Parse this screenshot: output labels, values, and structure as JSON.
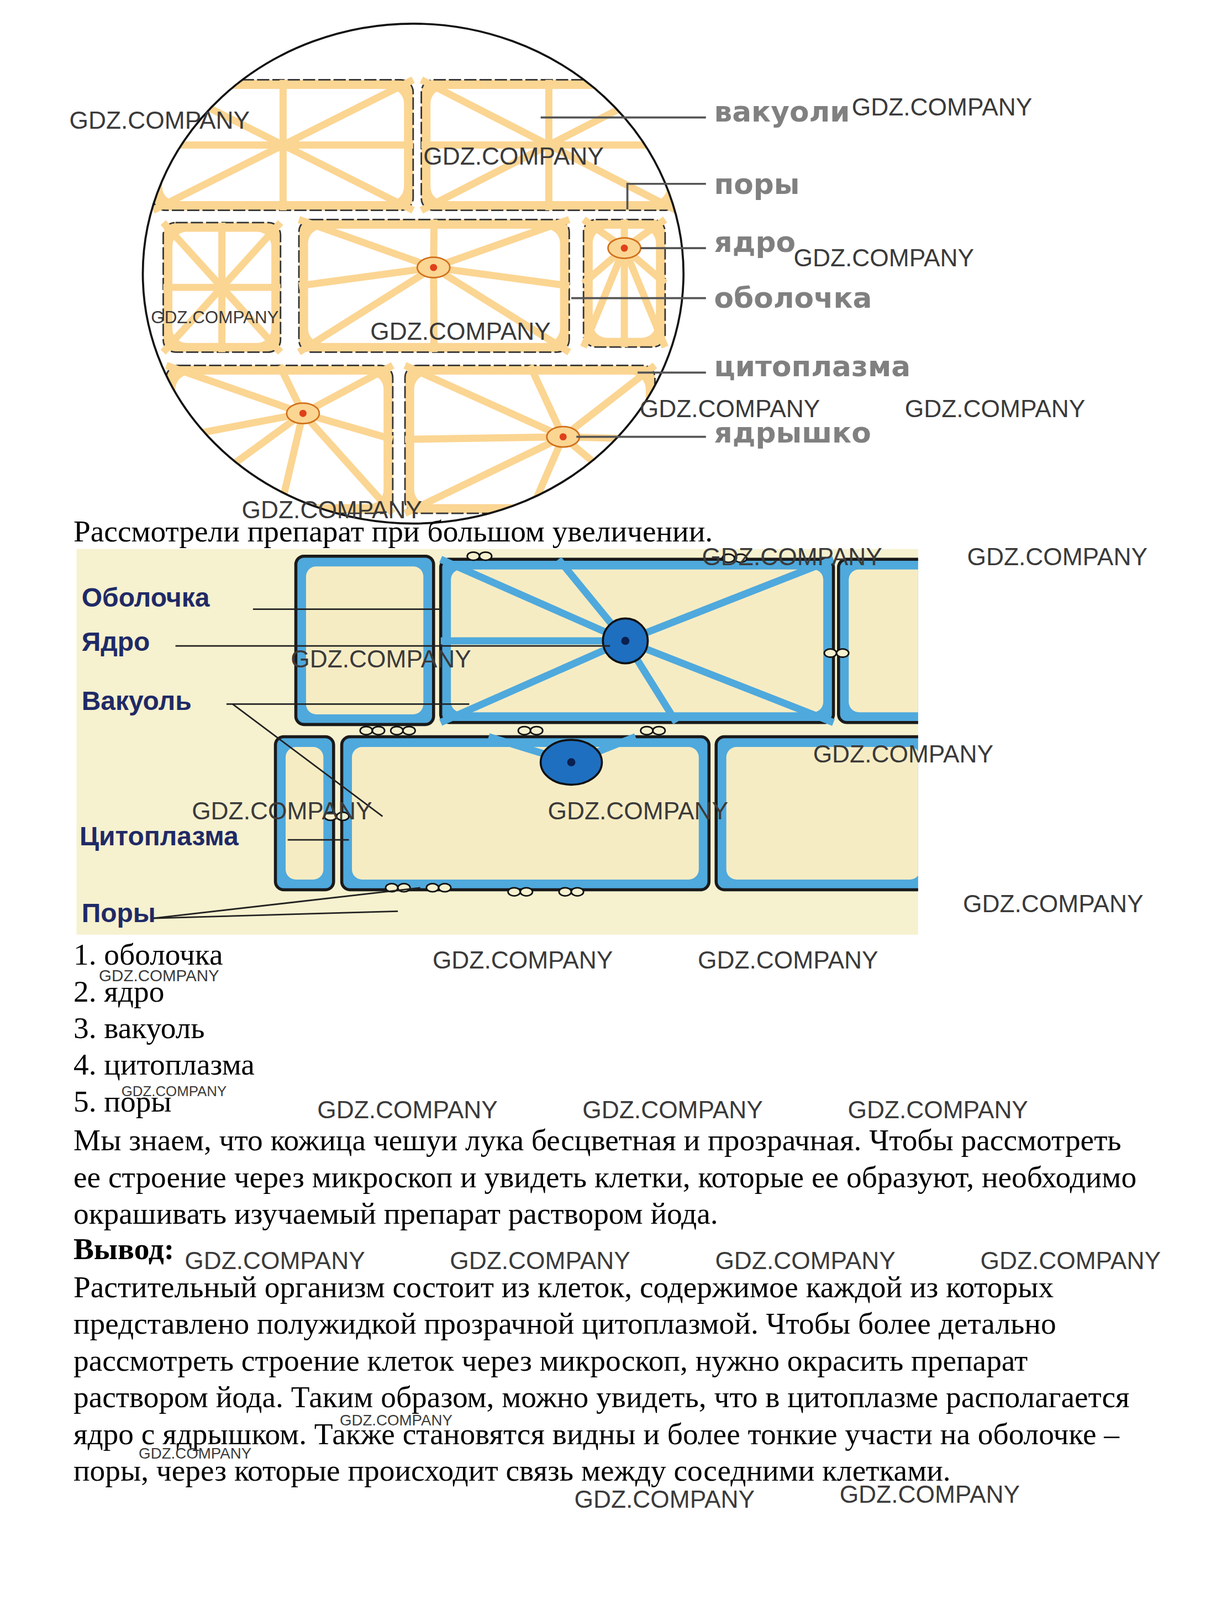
{
  "diagram": {
    "labels": [
      "GDZ.COMPANY",
      "GDZ.COMPANY",
      "вакуоли",
      "GDZ.COMPANY",
      "поры",
      "ядро",
      "GDZ.COMPANY",
      "оболочка",
      "GDZ.COMPANY",
      "GDZ.COMPANY",
      "цитоплазма",
      "GDZ.COMPANY",
      "GDZ.COMPANY",
      "ядрышко",
      "GDZ.COMPANY",
      "Рассмотрели препарат при большом увеличении.",
      "GDZ.COMPANY",
      "GDZ.COMPANY",
      "Оболочка",
      "Ядро",
      "GDZ.COMPANY",
      "Вакуоль",
      "GDZ.COMPANY",
      "GDZ.COMPANY",
      "GDZ.COMPANY",
      "Цитоплазма",
      "GDZ.COMPANY",
      "Поры",
      "1. оболочка",
      "GDZ.COMPANY",
      "GDZ.COMPANY",
      "GDZ.COMPANY",
      "2. ядро",
      "3. вакуоль",
      "4. цитоплазма",
      "GDZ.COMPANY",
      "5. поры",
      "GDZ.COMPANY",
      "GDZ.COMPANY",
      "GDZ.COMPANY",
      "Мы знаем, что кожица чешуи лука бесцветная и прозрачная. Чтобы рассмотреть ее строение через микроскоп и увидеть клетки, которые ее образуют, необходимо окрашивать изучаемый препарат раствором йода.",
      "Вывод:",
      "GDZ.COMPANY",
      "GDZ.COMPANY",
      "GDZ.COMPANY",
      "GDZ.COMPANY",
      "Растительный организм состоит из клеток, содержимое каждой из которых представлено полужидкой прозрачной цитоплазмой. Чтобы более детально рассмотреть строение клеток через микроскоп, нужно окрасить препарат раствором йода. Таким образом, можно увидеть, что в цитоплазме располагается ядро с ядрышком. Также становятся видны и более тонкие участи на оболочке – поры, через которые происходит связь между соседними клетками.",
      "GDZ.COMPANY",
      "GDZ.COMPANY",
      "GDZ.COMPANY",
      "GDZ.COMPANY"
    ]
  }
}
